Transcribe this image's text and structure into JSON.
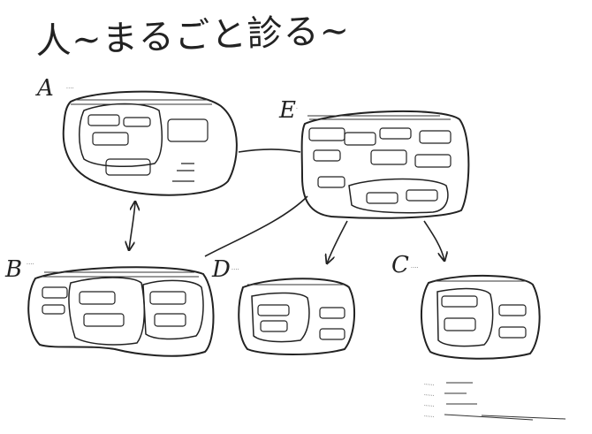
{
  "title": "人~まるごと診る~",
  "nodes": [
    {
      "id": "A",
      "label": "A",
      "note": "...."
    },
    {
      "id": "B",
      "label": "B",
      "note": "...."
    },
    {
      "id": "C",
      "label": "C",
      "note": "...."
    },
    {
      "id": "D",
      "label": "D",
      "note": "...."
    },
    {
      "id": "E",
      "label": "E",
      "note": "·"
    }
  ],
  "legend": [
    "......",
    "......",
    "......",
    "......"
  ]
}
